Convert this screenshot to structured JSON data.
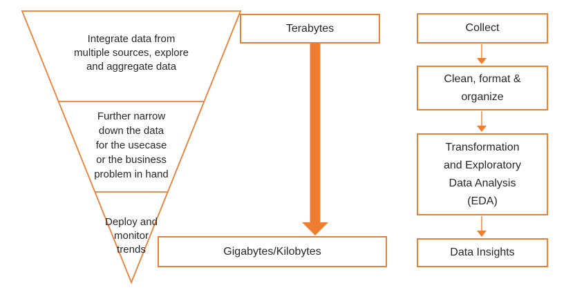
{
  "funnel": {
    "sections": [
      {
        "label": "Integrate data from\nmultiple sources, explore\nand aggregate data"
      },
      {
        "label": "Further narrow\ndown the data\nfor the usecase\nor the business\nproblem in hand"
      },
      {
        "label": "Deploy and\nmonitor\ntrends"
      }
    ]
  },
  "volume": {
    "top_label": "Terabytes",
    "bottom_label": "Gigabytes/Kilobytes"
  },
  "process": {
    "steps": [
      {
        "label": "Collect"
      },
      {
        "label": "Clean, format &\norganize"
      },
      {
        "label": "Transformation\nand Exploratory\nData Analysis\n(EDA)"
      },
      {
        "label": "Data Insights"
      }
    ]
  },
  "colors": {
    "accent": "#ED7D31",
    "text": "#262626",
    "background": "#FFFFFF"
  }
}
